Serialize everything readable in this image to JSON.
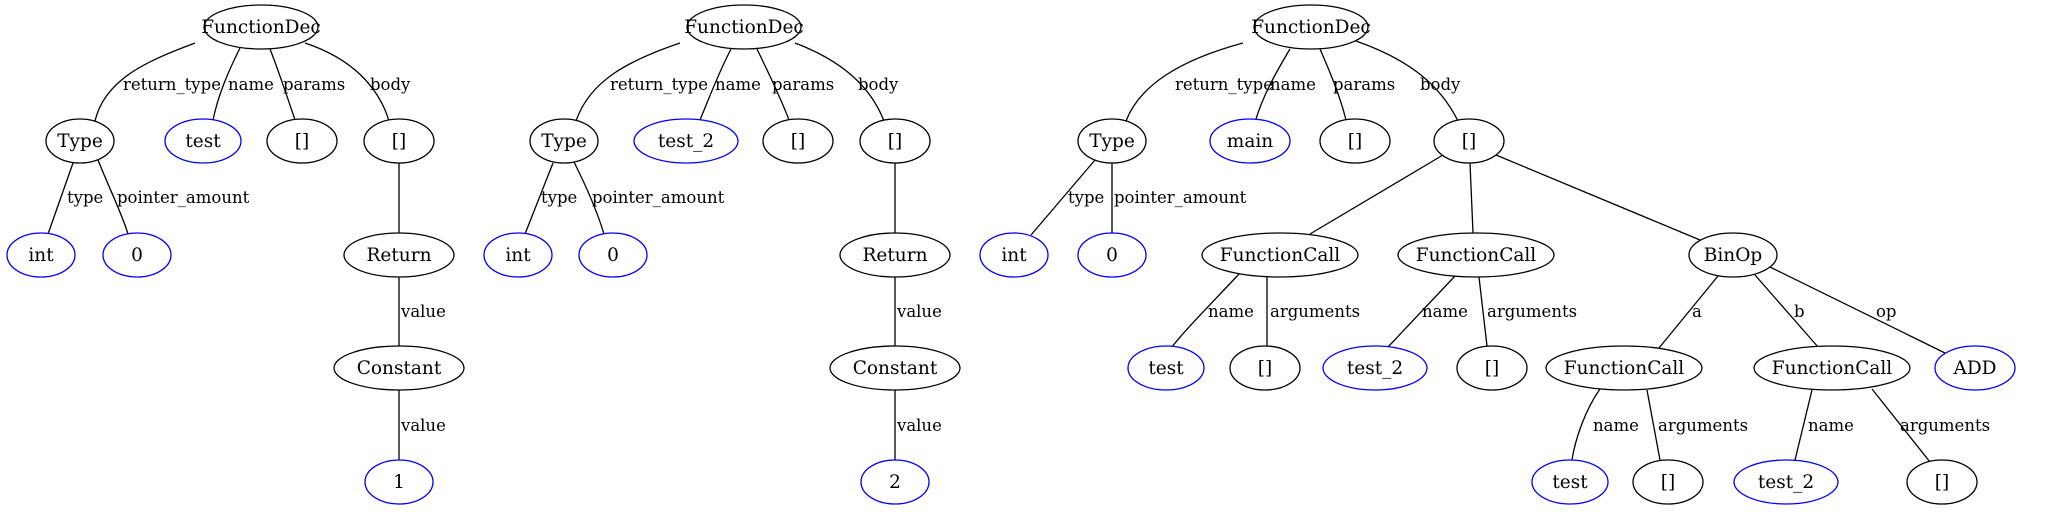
{
  "colors": {
    "structure": "#000000",
    "leaf": "#0000ff"
  },
  "nodes": {
    "t1_root": {
      "label": "FunctionDec",
      "style": "structure"
    },
    "t1_type": {
      "label": "Type",
      "style": "structure"
    },
    "t1_name": {
      "label": "test",
      "style": "leaf"
    },
    "t1_params": {
      "label": "[]",
      "style": "structure"
    },
    "t1_body": {
      "label": "[]",
      "style": "structure"
    },
    "t1_int": {
      "label": "int",
      "style": "leaf"
    },
    "t1_ptr": {
      "label": "0",
      "style": "leaf"
    },
    "t1_return": {
      "label": "Return",
      "style": "structure"
    },
    "t1_constant": {
      "label": "Constant",
      "style": "structure"
    },
    "t1_value": {
      "label": "1",
      "style": "leaf"
    },
    "t2_root": {
      "label": "FunctionDec",
      "style": "structure"
    },
    "t2_type": {
      "label": "Type",
      "style": "structure"
    },
    "t2_name": {
      "label": "test_2",
      "style": "leaf"
    },
    "t2_params": {
      "label": "[]",
      "style": "structure"
    },
    "t2_body": {
      "label": "[]",
      "style": "structure"
    },
    "t2_int": {
      "label": "int",
      "style": "leaf"
    },
    "t2_ptr": {
      "label": "0",
      "style": "leaf"
    },
    "t2_return": {
      "label": "Return",
      "style": "structure"
    },
    "t2_constant": {
      "label": "Constant",
      "style": "structure"
    },
    "t2_value": {
      "label": "2",
      "style": "leaf"
    },
    "t3_root": {
      "label": "FunctionDec",
      "style": "structure"
    },
    "t3_type": {
      "label": "Type",
      "style": "structure"
    },
    "t3_name": {
      "label": "main",
      "style": "leaf"
    },
    "t3_params": {
      "label": "[]",
      "style": "structure"
    },
    "t3_body": {
      "label": "[]",
      "style": "structure"
    },
    "t3_int": {
      "label": "int",
      "style": "leaf"
    },
    "t3_ptr": {
      "label": "0",
      "style": "leaf"
    },
    "t3_fc1": {
      "label": "FunctionCall",
      "style": "structure"
    },
    "t3_fc2": {
      "label": "FunctionCall",
      "style": "structure"
    },
    "t3_binop": {
      "label": "BinOp",
      "style": "structure"
    },
    "t3_fc1_name": {
      "label": "test",
      "style": "leaf"
    },
    "t3_fc1_args": {
      "label": "[]",
      "style": "structure"
    },
    "t3_fc2_name": {
      "label": "test_2",
      "style": "leaf"
    },
    "t3_fc2_args": {
      "label": "[]",
      "style": "structure"
    },
    "t3_a": {
      "label": "FunctionCall",
      "style": "structure"
    },
    "t3_b": {
      "label": "FunctionCall",
      "style": "structure"
    },
    "t3_op": {
      "label": "ADD",
      "style": "leaf"
    },
    "t3_a_name": {
      "label": "test",
      "style": "leaf"
    },
    "t3_a_args": {
      "label": "[]",
      "style": "structure"
    },
    "t3_b_name": {
      "label": "test_2",
      "style": "leaf"
    },
    "t3_b_args": {
      "label": "[]",
      "style": "structure"
    }
  },
  "edges": [
    {
      "from": "t1_root",
      "to": "t1_type",
      "label": "return_type"
    },
    {
      "from": "t1_root",
      "to": "t1_name",
      "label": "name"
    },
    {
      "from": "t1_root",
      "to": "t1_params",
      "label": "params"
    },
    {
      "from": "t1_root",
      "to": "t1_body",
      "label": "body"
    },
    {
      "from": "t1_type",
      "to": "t1_int",
      "label": "type"
    },
    {
      "from": "t1_type",
      "to": "t1_ptr",
      "label": "pointer_amount"
    },
    {
      "from": "t1_body",
      "to": "t1_return",
      "label": ""
    },
    {
      "from": "t1_return",
      "to": "t1_constant",
      "label": "value"
    },
    {
      "from": "t1_constant",
      "to": "t1_value",
      "label": "value"
    },
    {
      "from": "t2_root",
      "to": "t2_type",
      "label": "return_type"
    },
    {
      "from": "t2_root",
      "to": "t2_name",
      "label": "name"
    },
    {
      "from": "t2_root",
      "to": "t2_params",
      "label": "params"
    },
    {
      "from": "t2_root",
      "to": "t2_body",
      "label": "body"
    },
    {
      "from": "t2_type",
      "to": "t2_int",
      "label": "type"
    },
    {
      "from": "t2_type",
      "to": "t2_ptr",
      "label": "pointer_amount"
    },
    {
      "from": "t2_body",
      "to": "t2_return",
      "label": ""
    },
    {
      "from": "t2_return",
      "to": "t2_constant",
      "label": "value"
    },
    {
      "from": "t2_constant",
      "to": "t2_value",
      "label": "value"
    },
    {
      "from": "t3_root",
      "to": "t3_type",
      "label": "return_type"
    },
    {
      "from": "t3_root",
      "to": "t3_name",
      "label": "name"
    },
    {
      "from": "t3_root",
      "to": "t3_params",
      "label": "params"
    },
    {
      "from": "t3_root",
      "to": "t3_body",
      "label": "body"
    },
    {
      "from": "t3_type",
      "to": "t3_int",
      "label": "type"
    },
    {
      "from": "t3_type",
      "to": "t3_ptr",
      "label": "pointer_amount"
    },
    {
      "from": "t3_body",
      "to": "t3_fc1",
      "label": ""
    },
    {
      "from": "t3_body",
      "to": "t3_fc2",
      "label": ""
    },
    {
      "from": "t3_body",
      "to": "t3_binop",
      "label": ""
    },
    {
      "from": "t3_fc1",
      "to": "t3_fc1_name",
      "label": "name"
    },
    {
      "from": "t3_fc1",
      "to": "t3_fc1_args",
      "label": "arguments"
    },
    {
      "from": "t3_fc2",
      "to": "t3_fc2_name",
      "label": "name"
    },
    {
      "from": "t3_fc2",
      "to": "t3_fc2_args",
      "label": "arguments"
    },
    {
      "from": "t3_binop",
      "to": "t3_a",
      "label": "a"
    },
    {
      "from": "t3_binop",
      "to": "t3_b",
      "label": "b"
    },
    {
      "from": "t3_binop",
      "to": "t3_op",
      "label": "op"
    },
    {
      "from": "t3_a",
      "to": "t3_a_name",
      "label": "name"
    },
    {
      "from": "t3_a",
      "to": "t3_a_args",
      "label": "arguments"
    },
    {
      "from": "t3_b",
      "to": "t3_b_name",
      "label": "name"
    },
    {
      "from": "t3_b",
      "to": "t3_b_args",
      "label": "arguments"
    }
  ]
}
